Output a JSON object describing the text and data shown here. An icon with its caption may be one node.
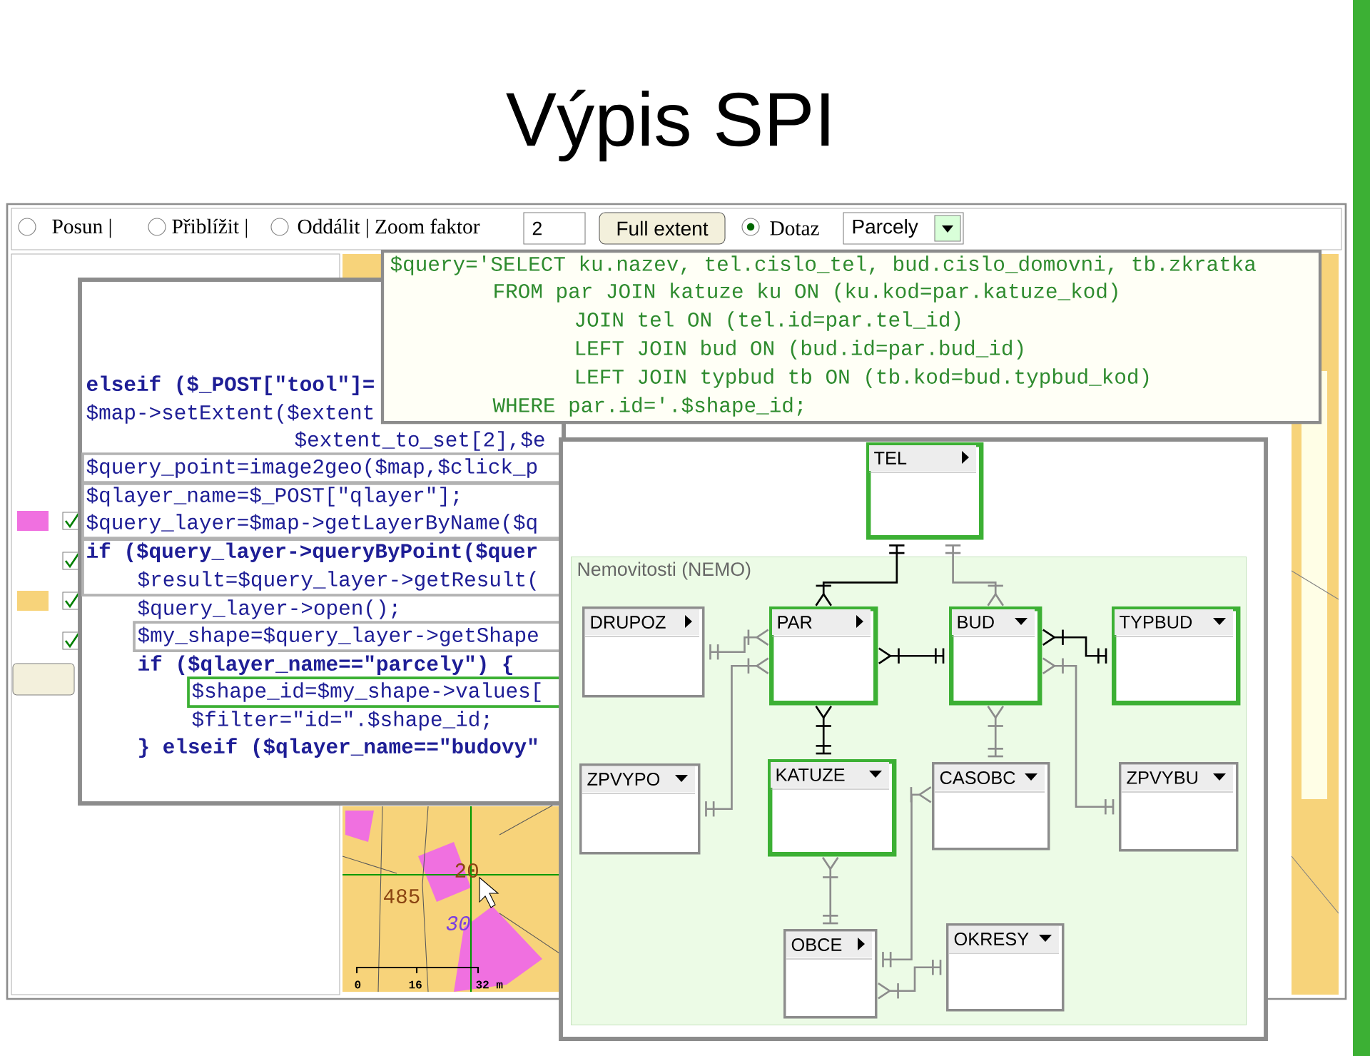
{
  "diagram": {
    "title": "Výpis SPI",
    "nodes": [
      {
        "text": [
          "TEL"
        ]
      },
      {
        "text": [
          "Nemovitosti (NEMO)"
        ]
      },
      {
        "text": [
          "DRUPOZ"
        ],
        "in": 1
      },
      {
        "text": [
          "PAR"
        ],
        "in": 1
      },
      {
        "text": [
          "BUD"
        ],
        "in": 1
      },
      {
        "text": [
          "TYPBUD"
        ],
        "in": 1
      },
      {
        "text": [
          "ZPVYPO"
        ],
        "in": 1
      },
      {
        "text": [
          "KATUZE"
        ],
        "in": 1
      },
      {
        "text": [
          "CASOBC"
        ],
        "in": 1
      },
      {
        "text": [
          "ZPVYBU"
        ],
        "in": 1
      },
      {
        "text": [
          "OBCE"
        ],
        "in": 1
      },
      {
        "text": [
          "OKRESY"
        ],
        "in": 1
      }
    ],
    "edges": [
      {
        "from": 0,
        "to": 3,
        "arrow": "other",
        "color": "#000000"
      },
      {
        "from": 0,
        "to": 4,
        "arrow": "other"
      },
      {
        "from": 2,
        "to": 3,
        "arrow": "other"
      },
      {
        "from": 6,
        "to": 3,
        "arrow": "other"
      },
      {
        "from": 4,
        "to": 3,
        "arrow": "other",
        "color": "#000000"
      },
      {
        "from": 5,
        "to": 4,
        "arrow": "other",
        "color": "#000000"
      },
      {
        "from": 9,
        "to": 4,
        "arrow": "other"
      },
      {
        "from": 7,
        "to": 3,
        "arrow": "other",
        "color": "#000000"
      },
      {
        "from": 8,
        "to": 4,
        "arrow": "other"
      },
      {
        "from": 10,
        "to": 7,
        "arrow": "other"
      },
      {
        "from": 10,
        "to": 8,
        "arrow": "other"
      },
      {
        "from": 11,
        "to": 10,
        "arrow": "other"
      }
    ],
    "labels": [
      "Posun |",
      "Přiblížit |",
      "Oddálit | Zoom faktor",
      "2",
      "Full extent",
      "Dotaz",
      "Parcely",
      "$query='SELECT ku.nazev, tel.cislo_tel, bud.cislo_domovni, tb.zkratka",
      "FROM par JOIN katuze ku ON (ku.kod=par.katuze_kod)",
      "JOIN tel ON (tel.id=par.tel_id)",
      "LEFT JOIN bud ON (bud.id=par.bud_id)",
      "LEFT JOIN typbud tb ON (tb.kod=bud.typbud_kod)",
      "WHERE par.id='.$shape_id;",
      "elseif ($_POST[\"tool\"]=",
      "$map->setExtent($extent",
      "$extent_to_set[2],$e",
      "$query_point=image2geo($map,$click_p",
      "$qlayer_name=$_POST[\"qlayer\"];",
      "$query_layer=$map->getLayerByName($q",
      "if ($query_layer->queryByPoint($quer",
      "$result=$query_layer->getResult(",
      "$query_layer->open();",
      "$my_shape=$query_layer->getShape",
      "if ($qlayer_name==\"parcely\") {",
      "$shape_id=$my_shape->values[",
      "$filter=\"id=\".$shape_id;",
      "} elseif ($qlayer_name==\"budovy\"",
      "20",
      "485",
      "30",
      "0",
      "16",
      "32 m"
    ]
  }
}
